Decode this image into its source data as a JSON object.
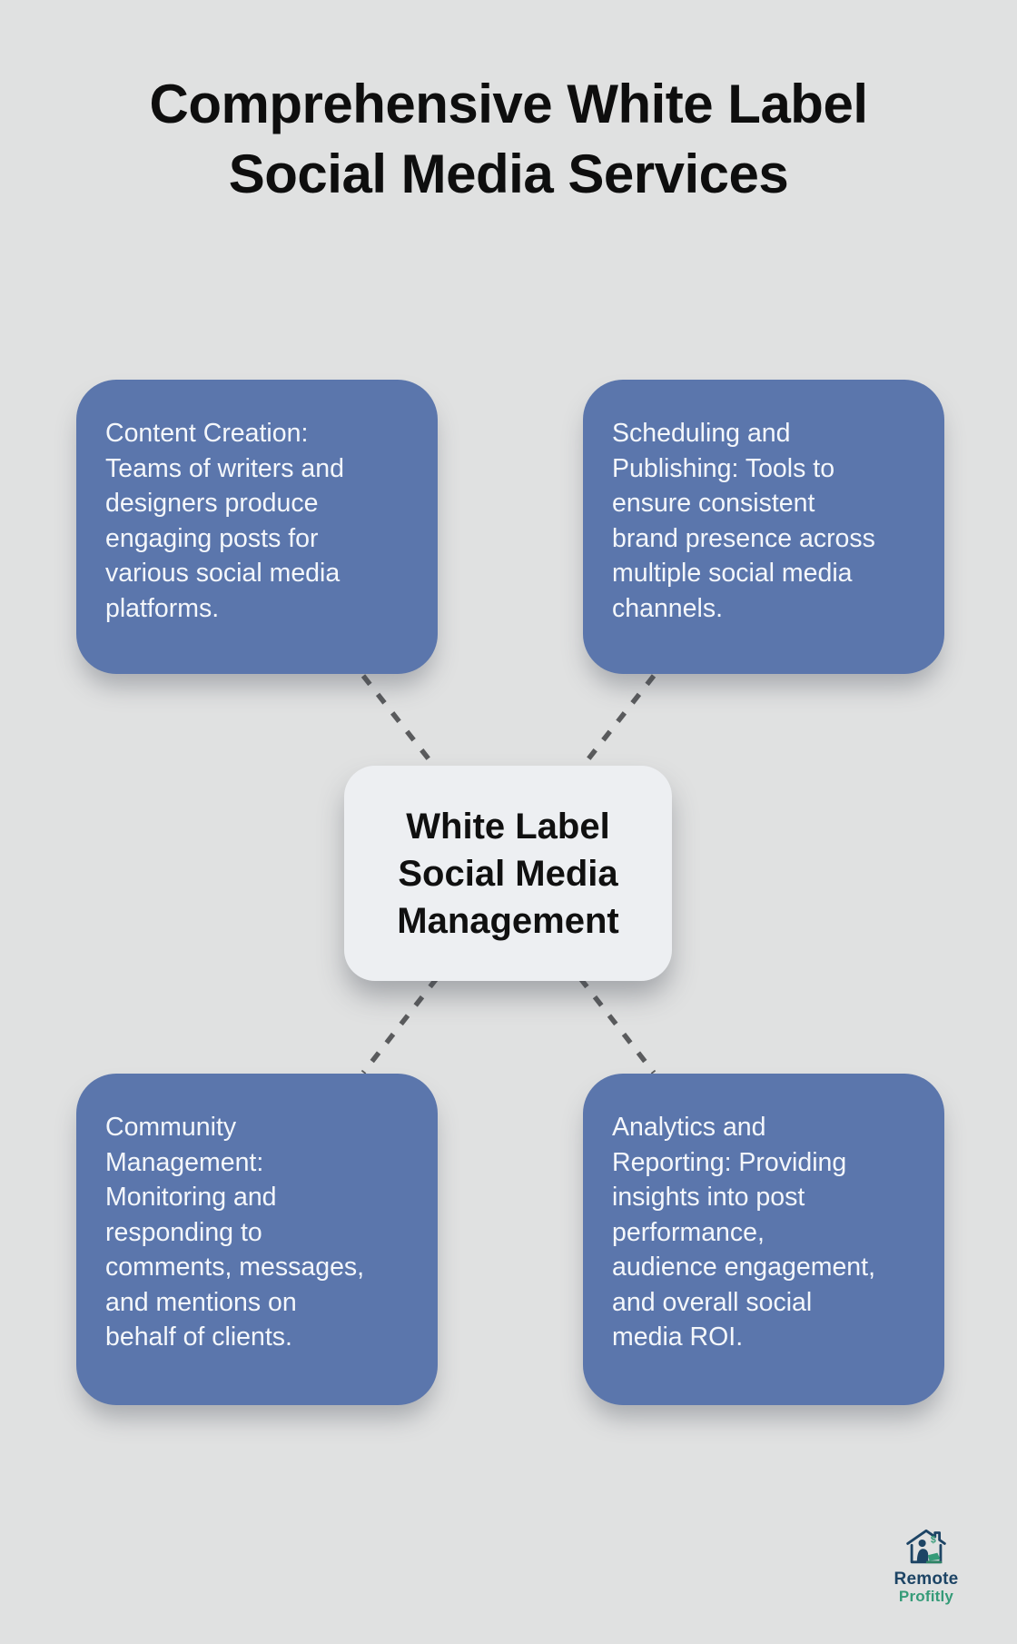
{
  "page": {
    "background": "#e0e1e1"
  },
  "title": {
    "lines": [
      "Comprehensive White Label",
      "Social Media Services"
    ],
    "color": "#0e0e0e"
  },
  "center_node": {
    "lines": [
      "White Label",
      "Social Media",
      "Management"
    ],
    "background": "#edeff2",
    "text_color": "#101010"
  },
  "nodes": [
    {
      "id": "content-creation",
      "position": "top-left",
      "lines": [
        "Content Creation:",
        "Teams of writers and",
        "designers produce",
        "engaging posts for",
        "various social media",
        "platforms."
      ]
    },
    {
      "id": "scheduling-publishing",
      "position": "top-right",
      "lines": [
        "Scheduling and",
        "Publishing: Tools to",
        "ensure consistent",
        "brand presence across",
        "multiple social media",
        "channels."
      ]
    },
    {
      "id": "community-management",
      "position": "bottom-left",
      "lines": [
        "Community",
        "Management:",
        "Monitoring and",
        "responding to",
        "comments, messages,",
        "and mentions on",
        "behalf of clients."
      ]
    },
    {
      "id": "analytics-reporting",
      "position": "bottom-right",
      "lines": [
        "Analytics and",
        "Reporting: Providing",
        "insights into post",
        "performance,",
        "audience engagement,",
        "and overall social",
        "media ROI."
      ]
    }
  ],
  "node_style": {
    "background": "#5b76ac",
    "text_color": "#f4f7fb"
  },
  "connectors": {
    "style": "dashed",
    "color": "#5a5b5d"
  },
  "logo": {
    "word1": "Remote",
    "word2": "Profitly",
    "icon": "remote-worker-house-icon",
    "word1_color": "#1d4465",
    "word2_color": "#359b78"
  }
}
